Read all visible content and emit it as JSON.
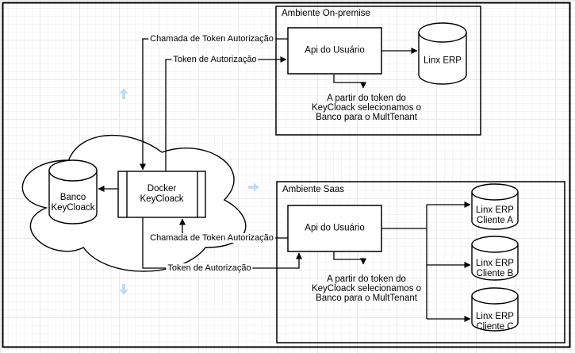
{
  "colors": {
    "stroke": "#000000",
    "fill": "#ffffff",
    "text": "#000000",
    "hint_arrow": "#a9d3ee",
    "grid_minor": "#f5f5f5",
    "grid_major": "#e9e9e9"
  },
  "groups": {
    "onprem": {
      "title": "Ambiente On-premise"
    },
    "saas": {
      "title": "Ambiente Saas"
    }
  },
  "nodes": {
    "banco_keycloak": {
      "shape": "cylinder",
      "line1": "Banco",
      "line2": "KeyCloack"
    },
    "docker_keycloak": {
      "shape": "process",
      "line1": "Docker",
      "line2": "KeyCloack"
    },
    "api_onprem": {
      "shape": "rectangle",
      "label": "Api do Usuário"
    },
    "linx_erp": {
      "shape": "cylinder",
      "label": "Linx ERP"
    },
    "api_saas": {
      "shape": "rectangle",
      "label": "Api do Usuário"
    },
    "linx_erp_a": {
      "shape": "cylinder",
      "line1": "Linx ERP",
      "line2": "Cliente A"
    },
    "linx_erp_b": {
      "shape": "cylinder",
      "line1": "Linx ERP",
      "line2": "Cliente B"
    },
    "linx_erp_c": {
      "shape": "cylinder",
      "line1": "Linx ERP",
      "line2": "Cliente C"
    }
  },
  "edges": {
    "chamada_top": {
      "label": "Chamada de Token Autorização"
    },
    "token_top": {
      "label": "Token de Autorização"
    },
    "chamada_bottom": {
      "label": "Chamada de Token Autorização"
    },
    "token_bottom": {
      "label": "Token de Autorização"
    }
  },
  "notes": {
    "onprem": [
      "A partir do token do",
      "KeyCloack selecionamos o",
      "Banco para o MultTenant"
    ],
    "saas": [
      "A partir do token do",
      "KeyCloack selecionamos o",
      "Banco para o MultTenant"
    ]
  }
}
